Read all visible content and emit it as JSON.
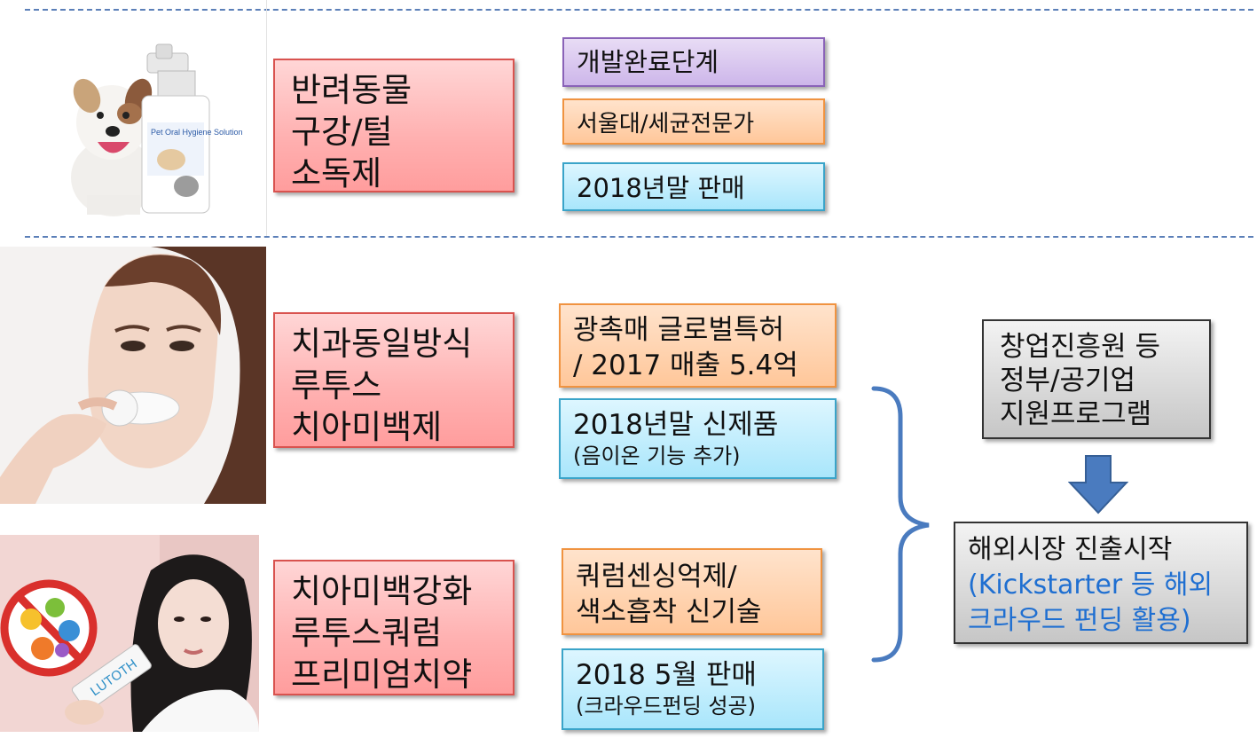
{
  "rows": [
    {
      "product": [
        "반려동물",
        "구강/털",
        "소독제"
      ],
      "features": [
        {
          "lines": [
            "개발완료단계"
          ],
          "color": "purple"
        },
        {
          "lines": [
            "서울대/세균전문가"
          ],
          "color": "orange"
        },
        {
          "lines": [
            "2018년말 판매"
          ],
          "color": "cyan"
        }
      ],
      "image_label": "Pet Oral Hygiene Solution"
    },
    {
      "product": [
        "치과동일방식",
        "루투스",
        "치아미백제"
      ],
      "features": [
        {
          "lines": [
            "광촉매 글로벌특허",
            "/ 2017 매출 5.4억"
          ],
          "color": "orange"
        },
        {
          "lines": [
            "2018년말 신제품",
            "(음이온 기능 추가)"
          ],
          "color": "cyan"
        }
      ]
    },
    {
      "product": [
        "치아미백강화",
        "루투스쿼럼",
        "프리미엄치약"
      ],
      "features": [
        {
          "lines": [
            "쿼럼센싱억제/",
            "색소흡착 신기술"
          ],
          "color": "orange"
        },
        {
          "lines": [
            "2018 5월 판매",
            "(크라우드펀딩 성공)"
          ],
          "color": "cyan"
        }
      ],
      "image_label": "LUTOTH"
    }
  ],
  "support": {
    "lines": [
      "창업진흥원 등",
      "정부/공기업",
      "지원프로그램"
    ]
  },
  "overseas": {
    "line1": "해외시장 진출시작",
    "line2": "(Kickstarter 등 해외",
    "line3": "크라우드 펀딩 활용)"
  },
  "colors": {
    "arrow": "#4a7bbf",
    "brace": "#4a7bbf",
    "dash": "#5b7fb8"
  }
}
